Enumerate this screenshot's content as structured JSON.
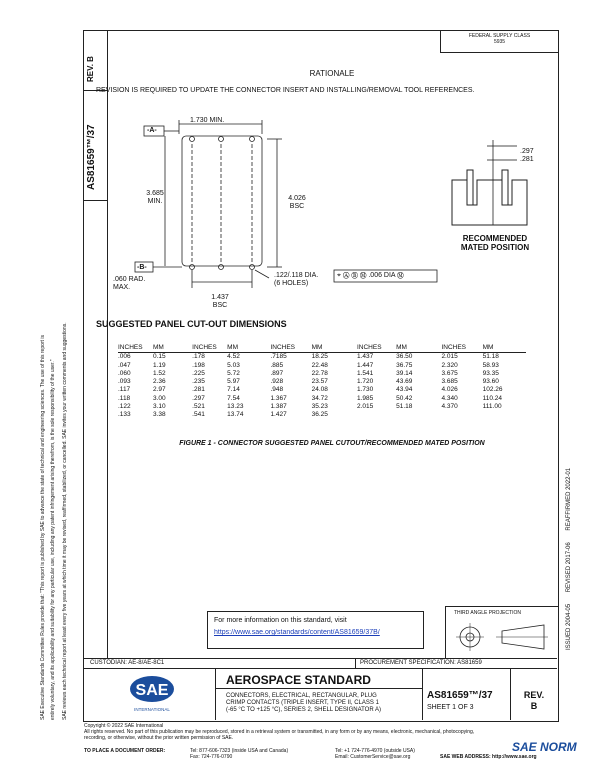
{
  "header": {
    "note_line1": "FEDERAL SUPPLY CLASS",
    "note_line2": "5935",
    "rev_label": "REV.",
    "rev_value": "B",
    "doc_number": "AS81659™/37"
  },
  "rationale": {
    "title": "RATIONALE",
    "text": "REVISION IS REQUIRED TO UPDATE THE CONNECTOR INSERT AND INSTALLING/REMOVAL TOOL REFERENCES."
  },
  "drawing": {
    "datum_a": "-A-",
    "datum_b": "-B-",
    "dim_width": "1.730 MIN.",
    "dim_height_min_value": "3.685",
    "dim_height_min_label": "MIN.",
    "dim_height_bsc_value": "4.026",
    "dim_height_bsc_label": "BSC",
    "rad_note_line1": ".060 RAD.",
    "rad_note_line2": "MAX.",
    "hole_note_line1": ".122/.118 DIA.",
    "hole_note_line2": "(6 HOLES)",
    "bottom_dim_value": "1.437",
    "bottom_dim_label": "BSC",
    "tolerance_frame": "⌖ Ⓐ Ⓑ Ⓜ .006 DIA Ⓜ",
    "mated_dim_top": ".297",
    "mated_dim_bottom": ".281",
    "mated_label_line1": "RECOMMENDED",
    "mated_label_line2": "MATED POSITION"
  },
  "dims_table": {
    "title": "SUGGESTED PANEL CUT-OUT DIMENSIONS",
    "headers": [
      "INCHES",
      "MM",
      "INCHES",
      "MM",
      "INCHES",
      "MM",
      "INCHES",
      "MM",
      "INCHES",
      "MM"
    ],
    "rows": [
      [
        ".006",
        "0.15",
        ".178",
        "4.52",
        ".7185",
        "18.25",
        "1.437",
        "36.50",
        "2.015",
        "51.18"
      ],
      [
        ".047",
        "1.19",
        ".198",
        "5.03",
        ".885",
        "22.48",
        "1.447",
        "36.75",
        "2.320",
        "58.93"
      ],
      [
        ".060",
        "1.52",
        ".225",
        "5.72",
        ".897",
        "22.78",
        "1.541",
        "39.14",
        "3.675",
        "93.35"
      ],
      [
        ".093",
        "2.36",
        ".235",
        "5.97",
        ".928",
        "23.57",
        "1.720",
        "43.69",
        "3.685",
        "93.60"
      ],
      [
        ".117",
        "2.97",
        ".281",
        "7.14",
        ".948",
        "24.08",
        "1.730",
        "43.94",
        "4.026",
        "102.26"
      ],
      [
        ".118",
        "3.00",
        ".297",
        "7.54",
        "1.367",
        "34.72",
        "1.985",
        "50.42",
        "4.340",
        "110.24"
      ],
      [
        ".122",
        "3.10",
        ".521",
        "13.23",
        "1.387",
        "35.23",
        "2.015",
        "51.18",
        "4.370",
        "111.00"
      ],
      [
        ".133",
        "3.38",
        ".541",
        "13.74",
        "1.427",
        "36.25",
        "",
        "",
        "",
        ""
      ]
    ]
  },
  "figure_caption": "FIGURE 1 - CONNECTOR SUGGESTED PANEL CUTOUT/RECOMMENDED MATED POSITION",
  "info_box": {
    "text": "For more information on this standard, visit",
    "link": "https://www.sae.org/standards/content/AS81659/37B/"
  },
  "projection_label": "THIRD ANGLE PROJECTION",
  "history": {
    "issued": "ISSUED 2004-05",
    "revised": "REVISED 2017-06",
    "reaffirmed": "REAFFIRMED 2022-01"
  },
  "title_block": {
    "custodian": "CUSTODIAN: AE-8/AE-8C1",
    "procurement": "PROCUREMENT SPECIFICATION: AS81659",
    "standard_type": "AEROSPACE STANDARD",
    "description_line1": "CONNECTORS, ELECTRICAL, RECTANGULAR, PLUG",
    "description_line2": "CRIMP CONTACTS (TRIPLE INSERT, TYPE II, CLASS 1",
    "description_line3": "(-65 °C TO +125 °C), SERIES 2, SHELL DESIGNATOR A)",
    "doc_number": "AS81659™/37",
    "sheet": "SHEET 1 OF 3",
    "rev_label": "REV.",
    "rev_value": "B",
    "logo_text": "SAE",
    "logo_sub": "INTERNATIONAL"
  },
  "side_text": {
    "line1": "SAE Executive Standards Committee Rules provide that: \"This report is published by SAE to advance the state of technical and engineering sciences. The use of this report is",
    "line2": "entirely voluntary, and its applicability and suitability for any particular use, including any patent infringement arising therefrom, is the sole responsibility of the user.\"",
    "line3": "SAE reviews each technical report at least every five years at which time it may be revised, reaffirmed, stabilized, or cancelled. SAE invites your written comments and suggestions."
  },
  "footer": {
    "copyright": "Copyright © 2022 SAE International",
    "rights": "All rights reserved. No part of this publication may be reproduced, stored in a retrieval system or transmitted, in any form or by any means, electronic, mechanical, photocopying,",
    "rights2": "recording, or otherwise, without the prior written permission of SAE.",
    "order_label": "TO PLACE A DOCUMENT ORDER:",
    "tel_us": "Tel: 877-606-7323 (inside USA and Canada)",
    "fax": "Fax: 724-776-0790",
    "tel_intl": "Tel: +1 724-776-4970 (outside USA)",
    "email": "Email: CustomerService@sae.org",
    "web": "SAE WEB ADDRESS: http://www.sae.org",
    "watermark": "SAE NORM"
  }
}
